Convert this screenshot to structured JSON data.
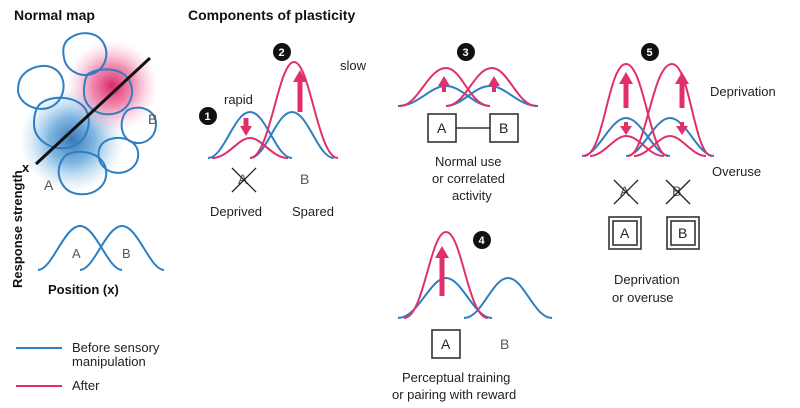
{
  "titles": {
    "normal_map": "Normal map",
    "components": "Components of plasticity"
  },
  "normal_map": {
    "label_x": "x",
    "label_a": "A",
    "label_b": "B",
    "curve_a": "A",
    "curve_b": "B",
    "y_axis": "Response strength",
    "x_axis": "Position (x)"
  },
  "legend": {
    "before": "Before sensory manipulation",
    "before_line1": "Before sensory",
    "before_line2": "manipulation",
    "after": "After"
  },
  "panels": {
    "p1": {
      "num": "1",
      "rapid": "rapid",
      "a": "A",
      "b": "B",
      "deprived": "Deprived",
      "spared": "Spared"
    },
    "p2": {
      "num": "2",
      "slow": "slow"
    },
    "p3": {
      "num": "3",
      "a": "A",
      "b": "B",
      "caption1": "Normal use",
      "caption2": "or correlated",
      "caption3": "activity"
    },
    "p4": {
      "num": "4",
      "a": "A",
      "b": "B",
      "caption1": "Perceptual training",
      "caption2": "or pairing with reward"
    },
    "p5": {
      "num": "5",
      "deprivation": "Deprivation",
      "overuse": "Overuse",
      "a": "A",
      "b": "B",
      "caption1": "Deprivation",
      "caption2": "or overuse"
    }
  },
  "colors": {
    "before": "#2e7fc1",
    "after": "#e0306a"
  }
}
